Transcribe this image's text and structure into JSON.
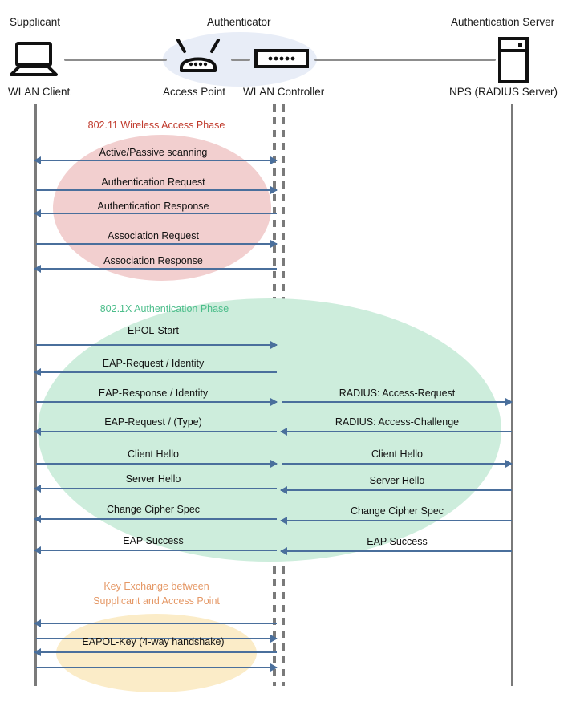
{
  "diagram": {
    "title": "802.1X / WPA2-Enterprise WLAN authentication sequence",
    "colors": {
      "phase1_text": "#c0392b",
      "phase2_text": "#4bbd8a",
      "phase3_text": "#e59866",
      "arrow": "#4a6f9c",
      "lifeline": "#7a7a7a",
      "blob_pink": "#f2cfcf",
      "blob_green": "#cdeddc",
      "blob_yellow": "#fbecc8",
      "blob_authenticator": "#e8edf7"
    }
  },
  "roles": [
    {
      "id": "supplicant",
      "title": "Supplicant"
    },
    {
      "id": "authenticator",
      "title": "Authenticator"
    },
    {
      "id": "auth_server",
      "title": "Authentication Server"
    }
  ],
  "nodes": [
    {
      "id": "wlan_client",
      "label": "WLAN Client",
      "icon": "laptop-icon"
    },
    {
      "id": "access_point",
      "label": "Access Point",
      "icon": "wireless-router-icon"
    },
    {
      "id": "wlan_controller",
      "label": "WLAN Controller",
      "icon": "network-switch-icon"
    },
    {
      "id": "nps",
      "label": "NPS (RADIUS Server)",
      "icon": "server-tower-icon"
    }
  ],
  "phases": [
    {
      "id": "phase1",
      "caption": "802.11 Wireless Access Phase",
      "messages": [
        {
          "label": "Active/Passive scanning",
          "direction": "right",
          "lane": "left"
        },
        {
          "label": "Authentication Request",
          "direction": "right",
          "lane": "left"
        },
        {
          "label": "Authentication Response",
          "direction": "left",
          "lane": "left"
        },
        {
          "label": "Association Request",
          "direction": "right",
          "lane": "left"
        },
        {
          "label": "Association Response",
          "direction": "left",
          "lane": "left"
        }
      ]
    },
    {
      "id": "phase2",
      "caption": "802.1X Authentication Phase",
      "messages": [
        {
          "label": "EPOL-Start",
          "direction": "right",
          "lane": "left"
        },
        {
          "label": "EAP-Request / Identity",
          "direction": "left",
          "lane": "left"
        },
        {
          "label": "EAP-Response / Identity",
          "direction": "right",
          "lane": "left"
        },
        {
          "label": "RADIUS: Access-Request",
          "direction": "right",
          "lane": "right"
        },
        {
          "label": "EAP-Request / (Type)",
          "direction": "left",
          "lane": "left"
        },
        {
          "label": "RADIUS: Access-Challenge",
          "direction": "left",
          "lane": "right"
        },
        {
          "label": "Client Hello",
          "direction": "right",
          "lane": "left"
        },
        {
          "label": "Client Hello",
          "direction": "right",
          "lane": "right"
        },
        {
          "label": "Server Hello",
          "direction": "left",
          "lane": "left"
        },
        {
          "label": "Server Hello",
          "direction": "left",
          "lane": "right"
        },
        {
          "label": "Change Cipher Spec",
          "direction": "left",
          "lane": "left"
        },
        {
          "label": "Change Cipher Spec",
          "direction": "left",
          "lane": "right"
        },
        {
          "label": "EAP Success",
          "direction": "left",
          "lane": "left"
        },
        {
          "label": "EAP Success",
          "direction": "left",
          "lane": "right"
        }
      ]
    },
    {
      "id": "phase3",
      "caption": "Key Exchange between\nSupplicant and Access Point",
      "group_label": "EAPOL-Key (4-way handshake)",
      "messages": [
        {
          "label": "",
          "direction": "left",
          "lane": "left"
        },
        {
          "label": "",
          "direction": "right",
          "lane": "left"
        },
        {
          "label": "",
          "direction": "left",
          "lane": "left"
        },
        {
          "label": "",
          "direction": "right",
          "lane": "left"
        }
      ]
    }
  ]
}
